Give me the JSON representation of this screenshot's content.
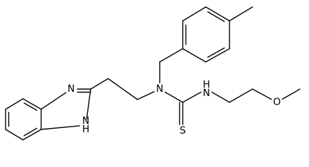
{
  "colors": {
    "background": "#ffffff",
    "bond": "#000000",
    "label": "#000000"
  },
  "molecule": {
    "atoms": [
      {
        "id": "b1",
        "label": ""
      },
      {
        "id": "b2",
        "label": ""
      },
      {
        "id": "b3",
        "label": ""
      },
      {
        "id": "b4",
        "label": ""
      },
      {
        "id": "c3a",
        "label": ""
      },
      {
        "id": "c7a",
        "label": ""
      },
      {
        "id": "n3",
        "label": "N"
      },
      {
        "id": "c2",
        "label": ""
      },
      {
        "id": "n1",
        "label": "N\nH"
      },
      {
        "id": "ch2a",
        "label": ""
      },
      {
        "id": "ch2b",
        "label": ""
      },
      {
        "id": "n_center",
        "label": "N"
      },
      {
        "id": "bz_ch2",
        "label": ""
      },
      {
        "id": "tol1",
        "label": ""
      },
      {
        "id": "tol2",
        "label": ""
      },
      {
        "id": "tol3",
        "label": ""
      },
      {
        "id": "tol4",
        "label": ""
      },
      {
        "id": "tol5",
        "label": ""
      },
      {
        "id": "tol6",
        "label": ""
      },
      {
        "id": "methyl",
        "label": ""
      },
      {
        "id": "c_thio",
        "label": ""
      },
      {
        "id": "s",
        "label": "S"
      },
      {
        "id": "nh",
        "label": "H\nN"
      },
      {
        "id": "e1",
        "label": ""
      },
      {
        "id": "e2",
        "label": ""
      },
      {
        "id": "o",
        "label": "O"
      },
      {
        "id": "ome",
        "label": ""
      }
    ]
  }
}
